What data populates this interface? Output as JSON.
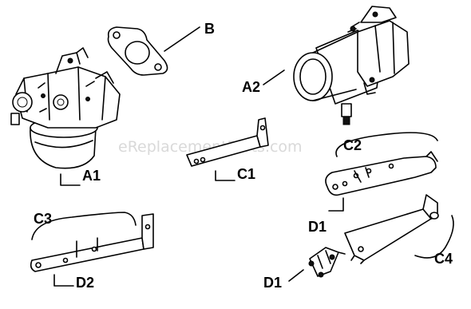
{
  "watermark": "eReplacementParts.com",
  "labels": {
    "a1": "A1",
    "a2": "A2",
    "b": "B",
    "c1": "C1",
    "c2": "C2",
    "c3": "C3",
    "c4": "C4",
    "d1_upper": "D1",
    "d1_lower": "D1",
    "d2": "D2"
  }
}
